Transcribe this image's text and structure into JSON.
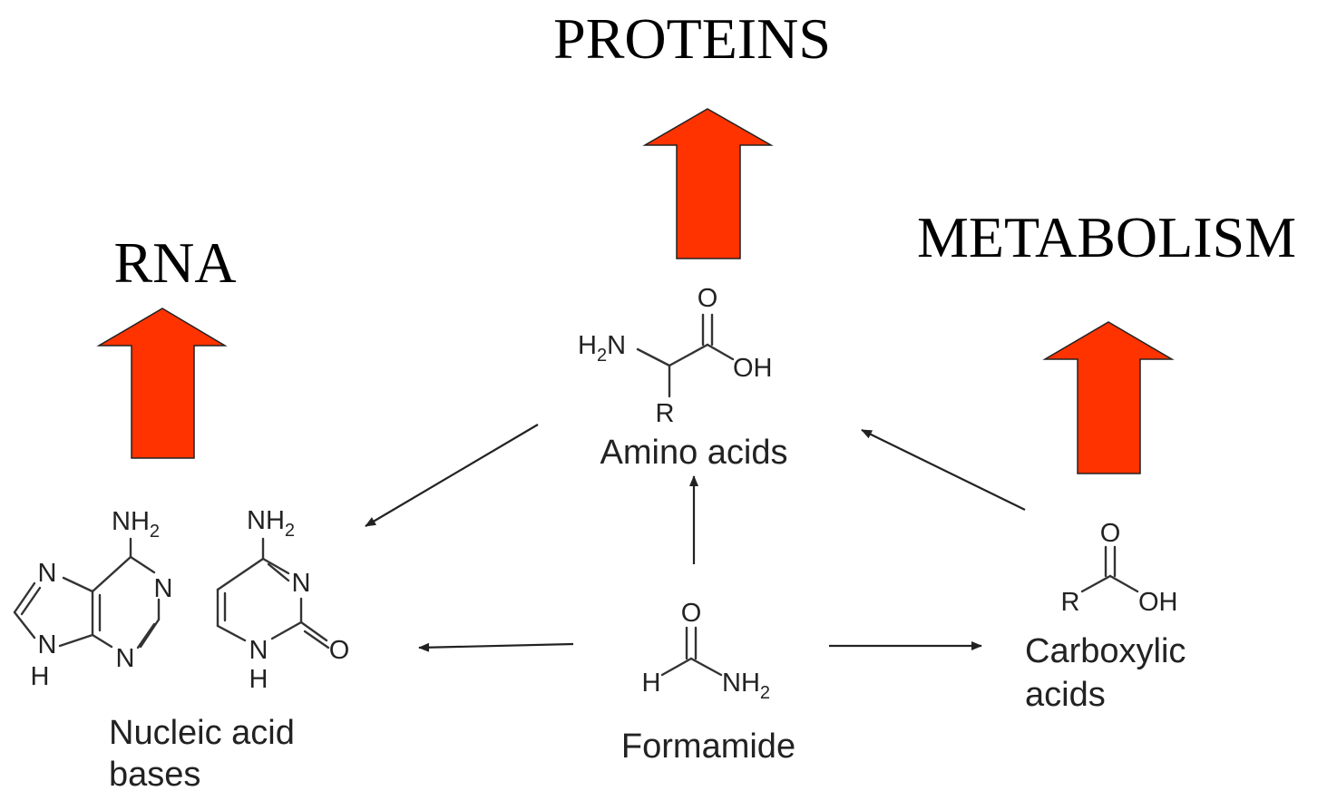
{
  "outcomes": {
    "proteins": "PROTEINS",
    "rna": "RNA",
    "metabolism": "METABOLISM"
  },
  "compounds": {
    "amino_acids": {
      "caption": "Amino acids",
      "atoms": {
        "o": "O",
        "oh": "OH",
        "h2n": "H",
        "h2n_sub": "2",
        "h2n_n": "N",
        "r": "R"
      }
    },
    "formamide": {
      "caption": "Formamide",
      "atoms": {
        "o": "O",
        "h": "H",
        "nh2": "NH",
        "nh2_sub": "2"
      }
    },
    "carboxylic_acids": {
      "caption_line1": "Carboxylic",
      "caption_line2": "acids",
      "atoms": {
        "o": "O",
        "r": "R",
        "oh": "OH"
      }
    },
    "nucleic_acid_bases": {
      "caption_line1": "Nucleic acid",
      "caption_line2": "bases",
      "adenine_atoms": {
        "nh2": "NH",
        "nh2_sub": "2",
        "n1": "N",
        "n3": "N",
        "n7": "N",
        "n9": "N",
        "h9": "H"
      },
      "cytosine_atoms": {
        "nh2": "NH",
        "nh2_sub": "2",
        "n3": "N",
        "n1": "N",
        "h1": "H",
        "o": "O"
      }
    }
  },
  "colors": {
    "arrow_fill": "#ff3300",
    "ink": "#222222"
  }
}
